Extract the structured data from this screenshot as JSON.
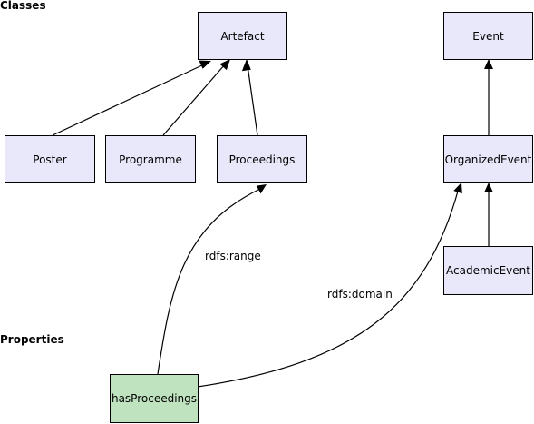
{
  "sections": {
    "classes": "Classes",
    "properties": "Properties"
  },
  "nodes": {
    "artefact": "Artefact",
    "event": "Event",
    "poster": "Poster",
    "programme": "Programme",
    "proceedings": "Proceedings",
    "organized_event": "OrganizedEvent",
    "academic_event": "AcademicEvent",
    "has_proceedings": "hasProceedings"
  },
  "edge_labels": {
    "range": "rdfs:range",
    "domain": "rdfs:domain"
  },
  "colors": {
    "class_fill": "#e8e8fa",
    "property_fill": "#bfe3bf",
    "stroke": "#000000"
  }
}
